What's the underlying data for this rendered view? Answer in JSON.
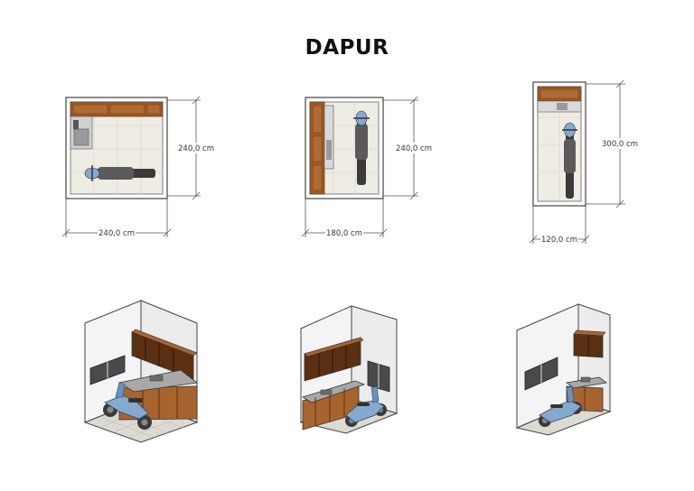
{
  "title": "DAPUR",
  "plans": [
    {
      "width_label": "240,0 cm",
      "depth_label": "240,0 cm"
    },
    {
      "width_label": "180,0 cm",
      "depth_label": "240,0 cm"
    },
    {
      "width_label": "120,0 cm",
      "depth_label": "300,0 cm"
    }
  ],
  "colors": {
    "cabinet": "#9b5a2a",
    "cabinet_dark": "#6e3b17",
    "wall": "#f4f4f4",
    "floor_tile": "#efece3",
    "grid": "#d6d2c6",
    "motorcycle": "#86a9cf",
    "tire": "#3a3a3a",
    "outline": "#444444"
  }
}
